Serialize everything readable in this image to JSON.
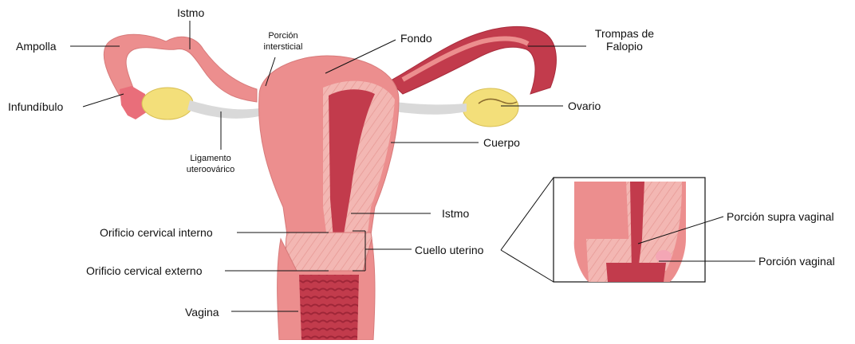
{
  "diagram": {
    "labels": {
      "istmo_top": "Istmo",
      "ampolla": "Ampolla",
      "porcion_intersticial": [
        "Porción",
        "intersticial"
      ],
      "fondo": "Fondo",
      "trompas": [
        "Trompas de",
        "Falopio"
      ],
      "infundibulo": "Infundíbulo",
      "ovario": "Ovario",
      "ligamento": [
        "Ligamento",
        "uteroovárico"
      ],
      "cuerpo": "Cuerpo",
      "istmo_mid": "Istmo",
      "orificio_interno": "Orificio cervical interno",
      "cuello": "Cuello uterino",
      "orificio_externo": "Orificio cervical externo",
      "vagina": "Vagina",
      "supra_vaginal": "Porción supra vaginal",
      "porcion_vaginal": "Porción vaginal"
    },
    "colors": {
      "tissue": "#ec8e8e",
      "tissue_dark": "#c23b4c",
      "tissue_light": "#f3b7b3",
      "fiber": "#f6d3cc",
      "ovary": "#f3df7a",
      "ligament": "#d9d9d9",
      "line": "#111111"
    }
  }
}
